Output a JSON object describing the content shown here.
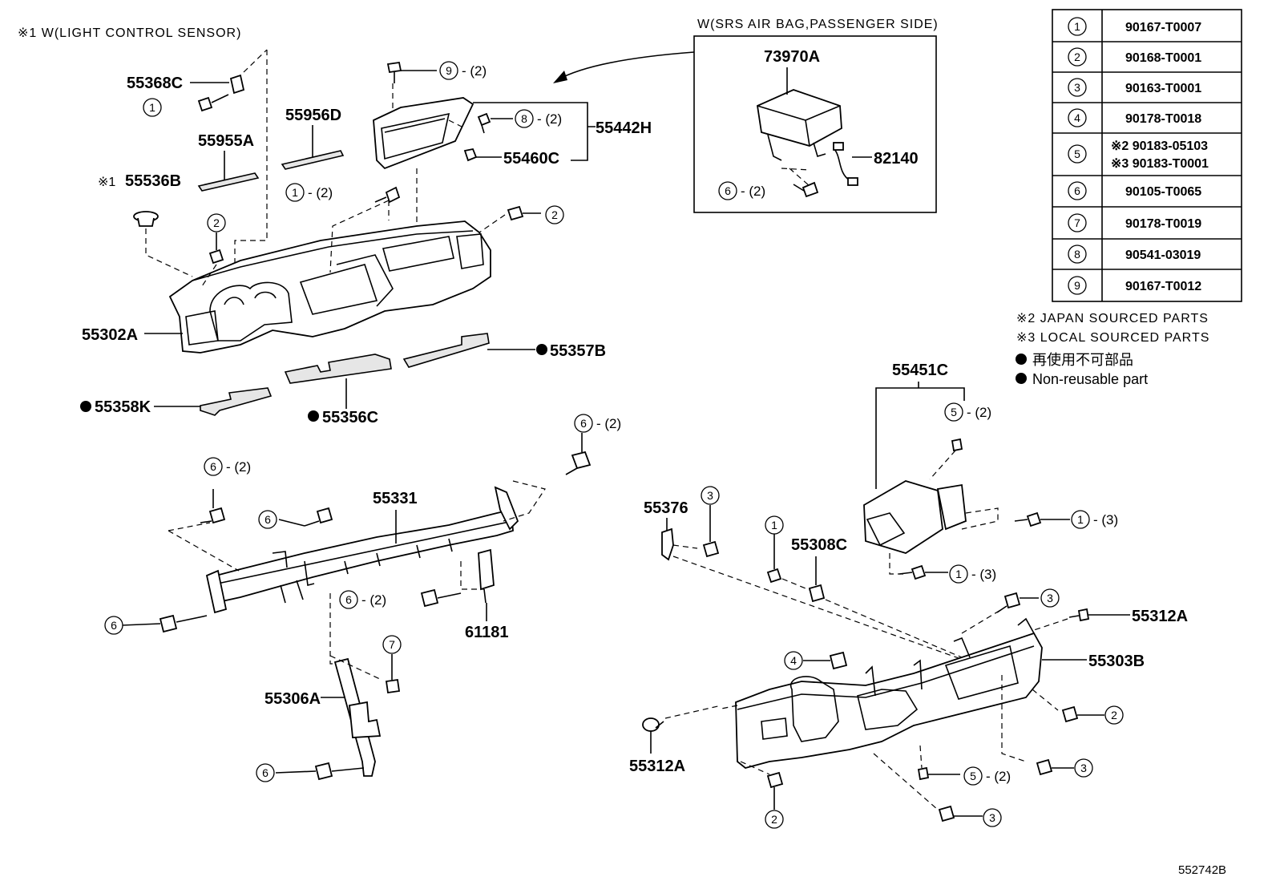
{
  "notes": {
    "light_sensor": "※1  W(LIGHT CONTROL SENSOR)",
    "airbag_box_title": "W(SRS AIR BAG,PASSENGER SIDE)",
    "japan_parts": "※2 JAPAN SOURCED PARTS",
    "local_parts": "※3 LOCAL SOURCED PARTS",
    "non_reusable_jp": "再使用不可部品",
    "non_reusable_en": "Non-reusable part",
    "diagram_id": "552742B"
  },
  "fastener_table": [
    {
      "ref": "1",
      "part": "90167-T0007"
    },
    {
      "ref": "2",
      "part": "90168-T0001"
    },
    {
      "ref": "3",
      "part": "90163-T0001"
    },
    {
      "ref": "4",
      "part": "90178-T0018"
    },
    {
      "ref": "5",
      "part": "※2 90183-05103",
      "part2": "※3 90183-T0001"
    },
    {
      "ref": "6",
      "part": "90105-T0065"
    },
    {
      "ref": "7",
      "part": "90178-T0019"
    },
    {
      "ref": "8",
      "part": "90541-03019"
    },
    {
      "ref": "9",
      "part": "90167-T0012"
    }
  ],
  "part_labels": {
    "p55368C": "55368C",
    "p55956D": "55956D",
    "p55955A": "55955A",
    "p55536B_mark": "※1",
    "p55536B": "55536B",
    "p55442H": "55442H",
    "p55460C": "55460C",
    "p73970A": "73970A",
    "p82140": "82140",
    "p55302A": "55302A",
    "p55357B": "55357B",
    "p55358K": "55358K",
    "p55356C": "55356C",
    "p55451C": "55451C",
    "p55331": "55331",
    "p55376": "55376",
    "p55308C": "55308C",
    "p61181": "61181",
    "p55312A_top": "55312A",
    "p55303B": "55303B",
    "p55306A": "55306A",
    "p55312A_bottom": "55312A"
  },
  "callouts": {
    "c9": {
      "num": "9",
      "qty": "- (2)"
    },
    "c8": {
      "num": "8",
      "qty": "- (2)"
    },
    "c1a": {
      "num": "1",
      "qty": ""
    },
    "c1b": {
      "num": "1",
      "qty": "- (2)"
    },
    "c2a": {
      "num": "2",
      "qty": ""
    },
    "c2b": {
      "num": "2",
      "qty": ""
    },
    "c6air": {
      "num": "6",
      "qty": "- (2)"
    },
    "c5a": {
      "num": "5",
      "qty": "- (2)"
    },
    "c6a": {
      "num": "6",
      "qty": "- (2)"
    },
    "c6b": {
      "num": "6",
      "qty": "- (2)"
    },
    "c6c": {
      "num": "6",
      "qty": ""
    },
    "c6d": {
      "num": "6",
      "qty": "- (2)"
    },
    "c6e": {
      "num": "6",
      "qty": ""
    },
    "c7": {
      "num": "7",
      "qty": ""
    },
    "c6f": {
      "num": "6",
      "qty": ""
    },
    "c3a": {
      "num": "3",
      "qty": ""
    },
    "c1c": {
      "num": "1",
      "qty": ""
    },
    "c1d": {
      "num": "1",
      "qty": "- (3)"
    },
    "c1e": {
      "num": "1",
      "qty": "- (3)"
    },
    "c3b": {
      "num": "3",
      "qty": ""
    },
    "c4": {
      "num": "4",
      "qty": ""
    },
    "c2c": {
      "num": "2",
      "qty": ""
    },
    "c3c": {
      "num": "3",
      "qty": ""
    },
    "c2d": {
      "num": "2",
      "qty": ""
    },
    "c5b": {
      "num": "5",
      "qty": "- (2)"
    },
    "c3d": {
      "num": "3",
      "qty": ""
    }
  }
}
